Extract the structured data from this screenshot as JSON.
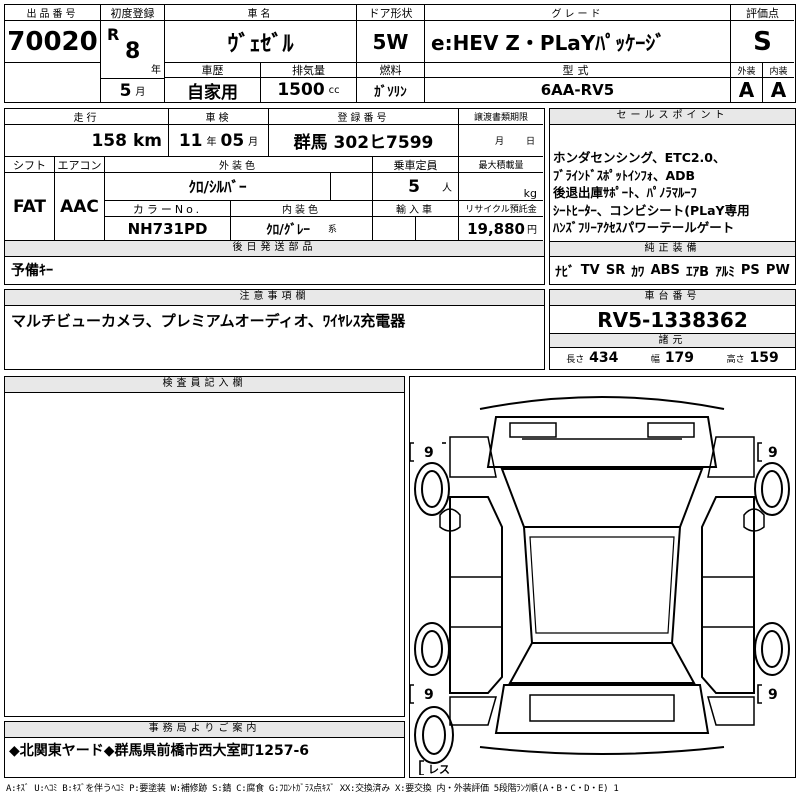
{
  "header": {
    "lot_label": "出品番号",
    "lot_value": "70020",
    "first_reg_label": "初度登録",
    "era": "R",
    "first_reg_year": "8",
    "year_unit": "年",
    "first_reg_month": "5",
    "month_unit": "月",
    "car_name_label": "車名",
    "car_name": "ｳﾞｪｾﾞﾙ",
    "door_label": "ドア形状",
    "door": "5W",
    "grade_label": "グレード",
    "grade": "e:HEV Z・PLaYﾊﾟｯｹｰｼﾞ",
    "score_label": "評価点",
    "score": "S",
    "history_label": "車歴",
    "history": "自家用",
    "displacement_label": "排気量",
    "displacement": "1500",
    "displacement_unit": "cc",
    "fuel_label": "燃料",
    "fuel": "ｶﾞｿﾘﾝ",
    "model_label": "型式",
    "model": "6AA-RV5",
    "ext_label": "外装",
    "ext": "A",
    "int_label": "内装",
    "int": "A"
  },
  "block2": {
    "mileage_label": "走行",
    "mileage": "158",
    "mileage_unit": "km",
    "inspection_label": "車検",
    "inspection_year": "11",
    "inspection_month": "05",
    "reg_label": "登録番号",
    "reg": "群馬 302ヒ7599",
    "transfer_label": "譲渡書類期限",
    "transfer_month": "月",
    "transfer_day": "日",
    "shift_label": "シフト",
    "shift": "FAT",
    "ac_label": "エアコン",
    "ac": "AAC",
    "color_label": "外装色",
    "color": "ｸﾛ/ｼﾙﾊﾞｰ",
    "capacity_label": "乗車定員",
    "capacity": "5",
    "capacity_unit": "人",
    "load_label": "最大積載量",
    "load_unit": "kg",
    "color_no_label": "カラーNo.",
    "color_no": "NH731PD",
    "interior_color_label": "内装色",
    "interior_color": "ｸﾛ/ｸﾞﾚｰ",
    "interior_suffix": "系",
    "import_label": "輸入車",
    "recycle_label": "リサイクル預託金",
    "recycle": "19,880",
    "recycle_unit": "円",
    "later_parts_label": "後日発送部品",
    "later_parts": "予備ｷｰ"
  },
  "sales": {
    "label": "セールスポイント",
    "lines": [
      "ホンダセンシング、ETC2.0、",
      "ﾌﾞﾗｲﾝﾄﾞｽﾎﾟｯﾄｲﾝﾌｫ、ADB",
      "後退出庫ｻﾎﾟｰﾄ、ﾊﾟﾉﾗﾏﾙｰﾌ",
      "ｼｰﾄﾋｰﾀｰ、コンビシート(PLaY専用",
      "ﾊﾝｽﾞﾌﾘｰｱｸｾｽパワーテールゲート"
    ],
    "equip_label": "純正装備",
    "equip": [
      "ﾅﾋﾞ",
      "TV",
      "SR",
      "ｶﾜ",
      "ABS",
      "ｴｱB",
      "ｱﾙﾐ",
      "PS",
      "PW"
    ]
  },
  "notes": {
    "label": "注意事項欄",
    "text": "マルチビューカメラ、プレミアムオーディオ、ﾜｲﾔﾚｽ充電器"
  },
  "chassis": {
    "label": "車台番号",
    "value": "RV5-1338362",
    "dims_label": "諸元",
    "len_label": "長さ",
    "len": "434",
    "wid_label": "幅",
    "wid": "179",
    "hgt_label": "高さ",
    "hgt": "159"
  },
  "inspector": {
    "label": "検査員記入欄"
  },
  "diagram": {
    "tire_fl": "9",
    "tire_fr": "9",
    "tire_rl": "9",
    "tire_rr": "9",
    "spare": "レス"
  },
  "office": {
    "label": "事務局よりご案内",
    "text": "◆北関東ヤード◆群馬県前橋市西大室町1257-6"
  },
  "legend": "A:ｷｽﾞ U:ﾍｺﾐ B:ｷｽﾞを伴うﾍｺﾐ P:要塗装 W:補修跡 S:錆 C:腐食 G:ﾌﾛﾝﾄｶﾞﾗｽ点ｷｽﾞ XX:交換済み X:要交換  内・外装評価  5段階ﾗﾝｸ順(A・B・C・D・E) 1"
}
